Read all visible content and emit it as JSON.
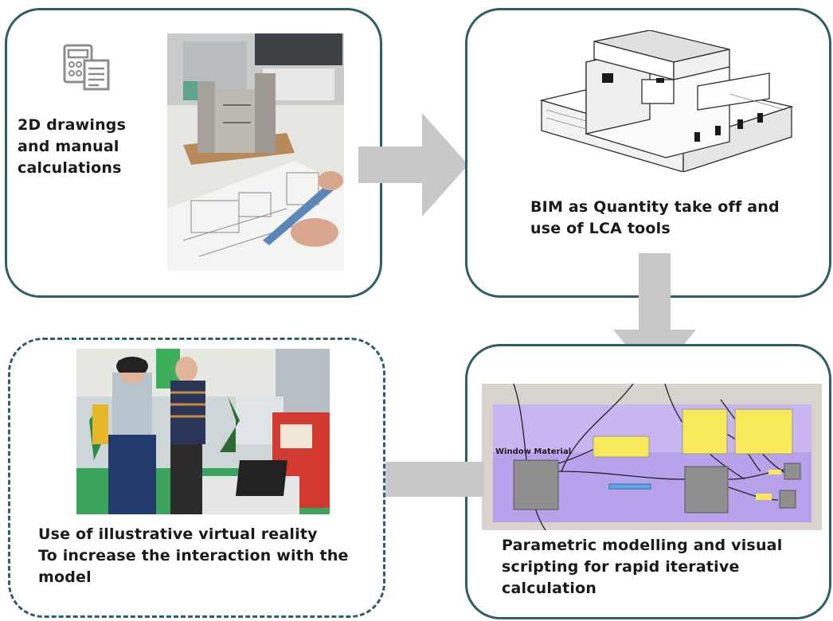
{
  "stages": {
    "manual": {
      "label_line1": "2D drawings",
      "label_line2": "and manual",
      "label_line3": "calculations",
      "icon": "calculator-document-icon"
    },
    "bim": {
      "label_line1": "BIM as Quantity take off and",
      "label_line2": "use of LCA tools",
      "image": "isometric-house-model"
    },
    "parametric": {
      "label_line1": "Parametric modelling and visual",
      "label_line2": "scripting for rapid iterative",
      "label_line3": "calculation",
      "canvas_group_title": "Window Material"
    },
    "vr": {
      "label_line1": "Use of illustrative virtual reality",
      "label_line2": "To increase the interaction with the",
      "label_line3": "model"
    }
  },
  "colors": {
    "border": "#2f5f62",
    "arrow": "#c8c8c8",
    "canvas_purple": "#b9a2ec",
    "note_yellow": "#f7e95a",
    "node_gray": "#8f8f8f"
  }
}
